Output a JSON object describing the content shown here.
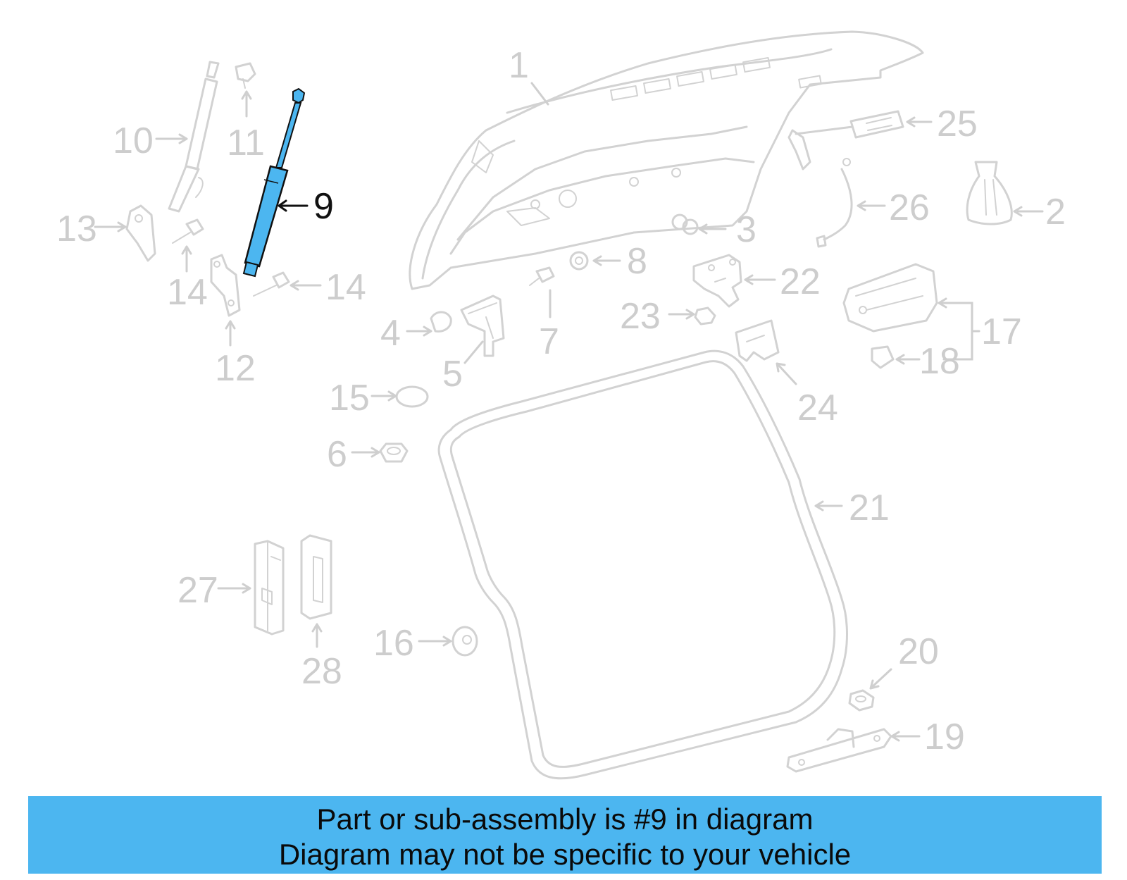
{
  "callouts": {
    "c1": "1",
    "c2": "2",
    "c3": "3",
    "c4": "4",
    "c5": "5",
    "c6": "6",
    "c7": "7",
    "c8": "8",
    "c9": "9",
    "c10": "10",
    "c11": "11",
    "c12": "12",
    "c13": "13",
    "c14a": "14",
    "c14b": "14",
    "c15": "15",
    "c16": "16",
    "c17": "17",
    "c18": "18",
    "c19": "19",
    "c20": "20",
    "c21": "21",
    "c22": "22",
    "c23": "23",
    "c24": "24",
    "c25": "25",
    "c26": "26",
    "c27": "27",
    "c28": "28"
  },
  "highlight": {
    "part_number": "9",
    "color": "#4cb6f0"
  },
  "colors": {
    "parts": "#d2d2d2",
    "banner": "#4cb6f0",
    "highlight_stroke": "#111111"
  },
  "banner": {
    "line1": "Part or sub-assembly is #9 in diagram",
    "line2": "Diagram may not be specific to your vehicle"
  }
}
